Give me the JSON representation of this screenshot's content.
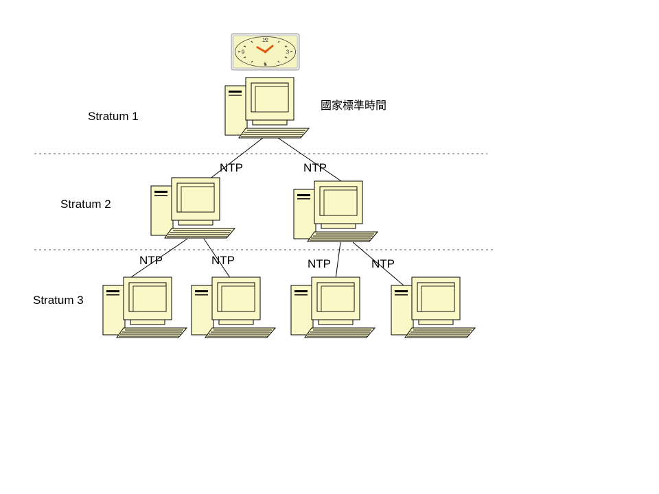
{
  "strata": {
    "s1": "Stratum 1",
    "s2": "Stratum 2",
    "s3": "Stratum 3"
  },
  "reference_label": "國家標準時間",
  "link_label": "NTP",
  "clock": {
    "n12": "12",
    "n3": "3",
    "n6": "6",
    "n9": "9"
  },
  "colors": {
    "computer_fill": "#fbf8c8",
    "outline": "#000000",
    "clock_face": "#f6f4c0",
    "clock_hands": "#e05a10",
    "divider": "#555555"
  }
}
